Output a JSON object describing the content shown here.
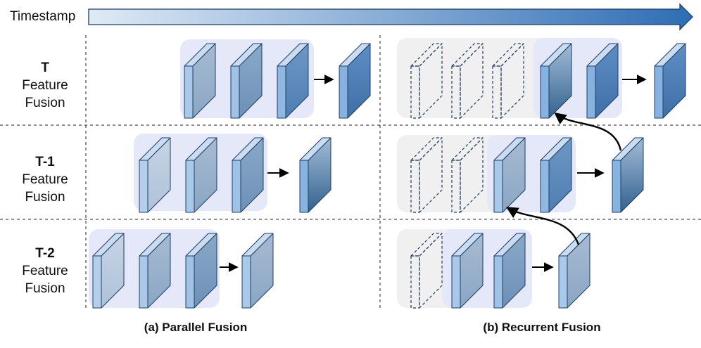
{
  "header": {
    "timestamp_label": "Timestamp"
  },
  "rows": [
    {
      "id": "T",
      "line1": "Feature",
      "line2": "Fusion"
    },
    {
      "id": "T-1",
      "line1": "Feature",
      "line2": "Fusion"
    },
    {
      "id": "T-2",
      "line1": "Feature",
      "line2": "Fusion"
    }
  ],
  "captions": {
    "parallel": "(a) Parallel Fusion",
    "recurrent": "(b) Recurrent Fusion"
  },
  "colors": {
    "panel_active": "#e4e8f8",
    "panel_inactive": "#f0f0f0",
    "block_outline": "#1f3e66",
    "timestamp_arrow_start": "#dfeaf6",
    "timestamp_arrow_end": "#2e6db4"
  }
}
